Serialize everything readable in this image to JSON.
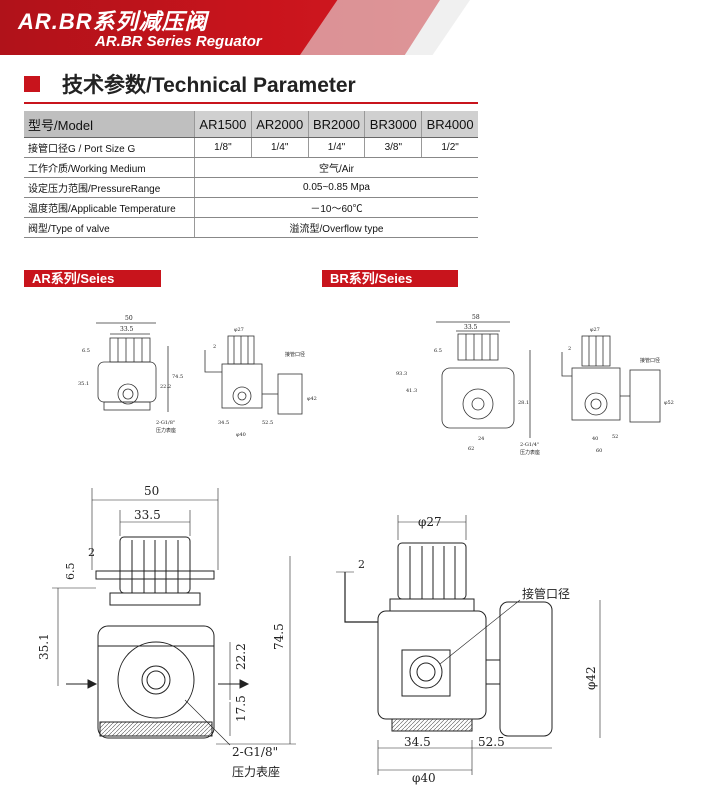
{
  "banner": {
    "title": "AR.BR系列减压阀",
    "subtitle": "AR.BR  Series Reguator"
  },
  "section": {
    "title": "技术参数/Technical Parameter"
  },
  "table": {
    "header_label": "型号/Model",
    "models": [
      "AR1500",
      "AR2000",
      "BR2000",
      "BR3000",
      "BR4000"
    ],
    "port_label": "接管口径G / Port Size  G",
    "port_sizes": [
      "1/8\"",
      "1/4\"",
      "1/4\"",
      "3/8\"",
      "1/2\""
    ],
    "medium_label": "工作介质/Working Medium",
    "medium_value": "空气/Air",
    "pressure_label": "设定压力范围/PressureRange",
    "pressure_value": "0.05~0.85 Mpa",
    "temp_label": "温度范围/Applicable Temperature",
    "temp_value": "－10～60℃",
    "valve_label": "阀型/Type of valve",
    "valve_value": "溢流型/Overflow type"
  },
  "series": {
    "ar": "AR系列/Seies",
    "br": "BR系列/Seies"
  },
  "drawing": {
    "w50": "50",
    "w33": "33.5",
    "h65": "6.5",
    "d2": "2",
    "h351": "35.1",
    "h222": "22.2",
    "h745": "74.5",
    "h175": "17.5",
    "port": "2-G1/8\"",
    "gauge_seat": "压力表座",
    "phi27": "φ27",
    "d2b": "2",
    "port_cn": "接管口径",
    "phi42": "φ42",
    "d345": "34.5",
    "d525": "52.5",
    "phi40": "φ40"
  },
  "small_ar": {
    "w50": "50",
    "w33": "33.5",
    "h65": "6.5",
    "h351": "35.1",
    "h222": "22.2",
    "h745": "74.5",
    "port": "2-G1/8\"",
    "seat": "压力表座",
    "phi27": "φ27",
    "d2": "2",
    "port_cn": "接管口径",
    "phi42": "φ42",
    "d345": "34.5",
    "d525": "52.5",
    "phi40": "φ40"
  },
  "small_br": {
    "w58": "58",
    "w33": "33.5",
    "h65": "6.5",
    "h413": "41.3",
    "h933": "93.3",
    "h281": "28.1",
    "w24": "24",
    "w62": "62",
    "port": "2-G1/4\"",
    "seat": "压力表座",
    "phi27": "φ27",
    "d2": "2",
    "port_cn": "接管口径",
    "phi52": "φ52",
    "d40": "40",
    "d52": "52",
    "h60": "60"
  }
}
